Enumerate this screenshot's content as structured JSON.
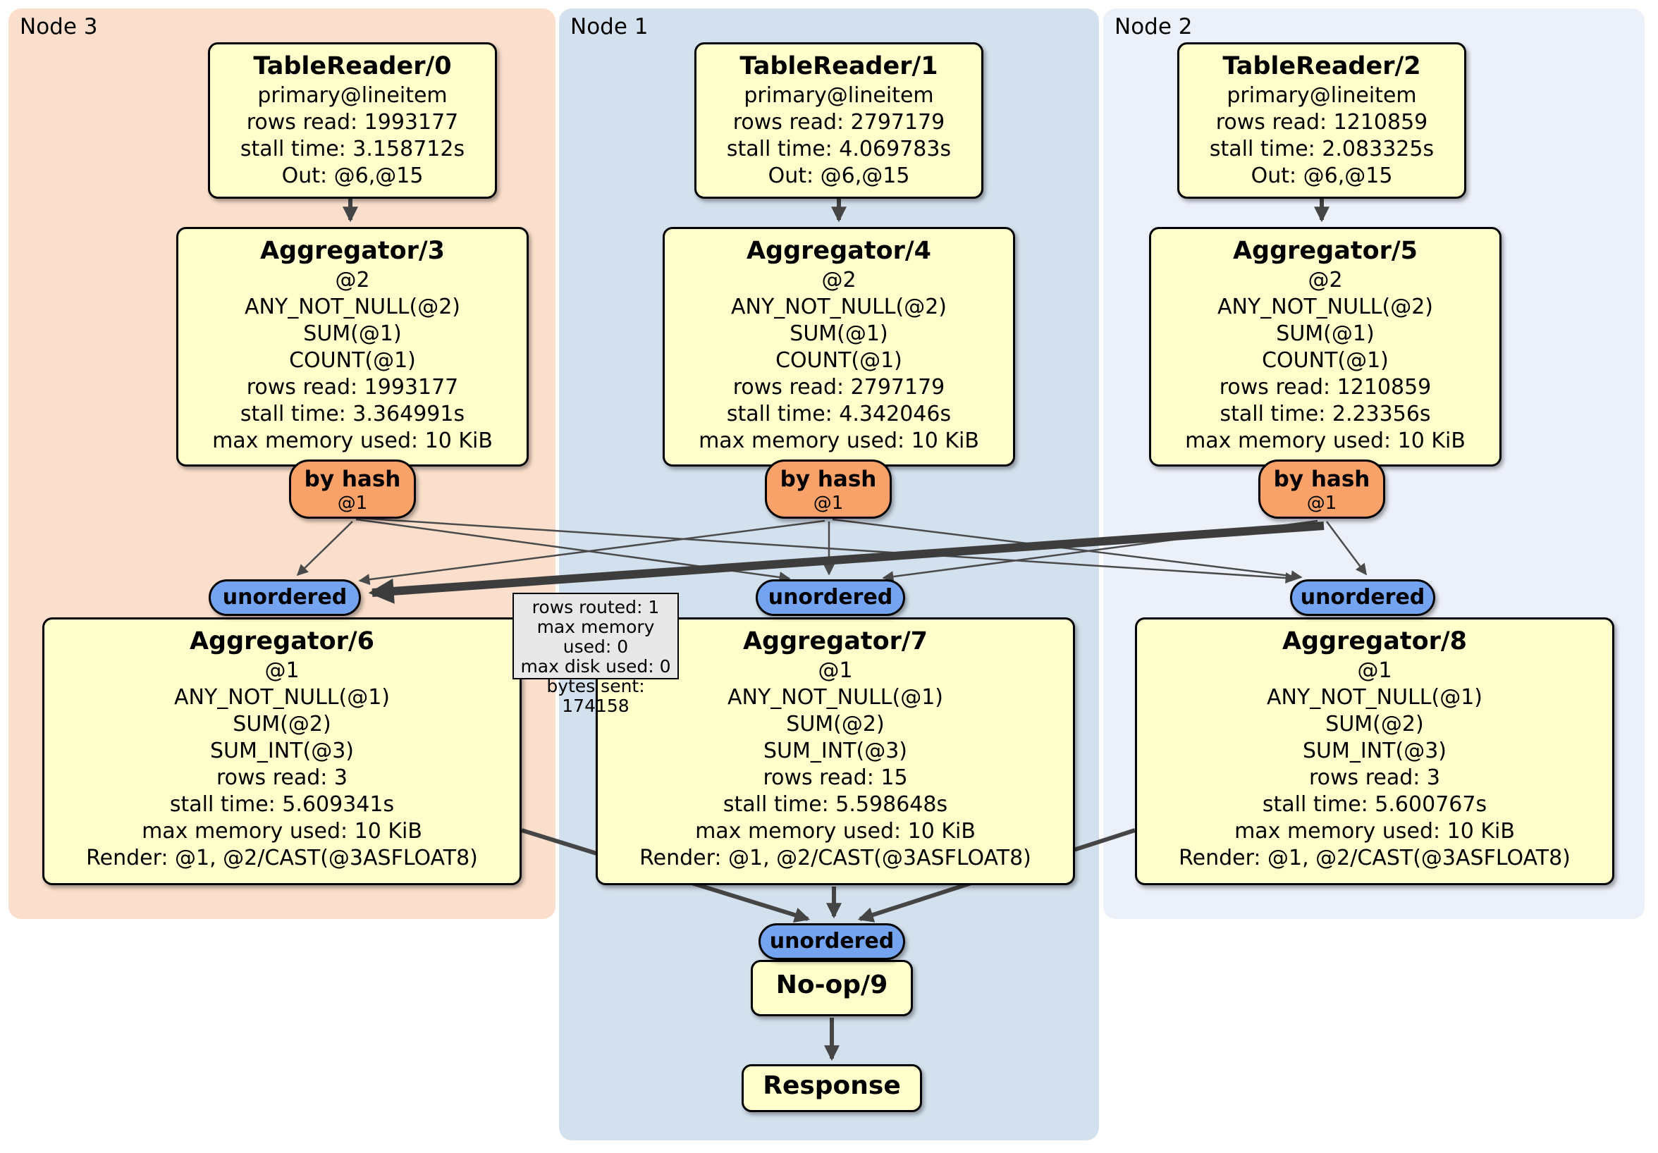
{
  "regions": {
    "node3": {
      "label": "Node 3",
      "bg": "#fbdfcc"
    },
    "node1": {
      "label": "Node 1",
      "bg": "#d3e1ee"
    },
    "node2": {
      "label": "Node 2",
      "bg": "#ecf0f9"
    }
  },
  "colors": {
    "box_fill": "#ffffcc",
    "hash_router_fill": "#f8a168",
    "stream_pill_fill": "#74a4f0",
    "tooltip_fill": "#e8e8e8",
    "edge": "#4a4a4a"
  },
  "boxes": {
    "tr0": {
      "title": "TableReader/0",
      "lines": [
        "primary@lineitem",
        "rows read: 1993177",
        "stall time: 3.158712s",
        "Out: @6,@15"
      ]
    },
    "tr1": {
      "title": "TableReader/1",
      "lines": [
        "primary@lineitem",
        "rows read: 2797179",
        "stall time: 4.069783s",
        "Out: @6,@15"
      ]
    },
    "tr2": {
      "title": "TableReader/2",
      "lines": [
        "primary@lineitem",
        "rows read: 1210859",
        "stall time: 2.083325s",
        "Out: @6,@15"
      ]
    },
    "agg3": {
      "title": "Aggregator/3",
      "lines": [
        "@2",
        "ANY_NOT_NULL(@2)",
        "SUM(@1)",
        "COUNT(@1)",
        "rows read: 1993177",
        "stall time: 3.364991s",
        "max memory used: 10 KiB"
      ]
    },
    "agg4": {
      "title": "Aggregator/4",
      "lines": [
        "@2",
        "ANY_NOT_NULL(@2)",
        "SUM(@1)",
        "COUNT(@1)",
        "rows read: 2797179",
        "stall time: 4.342046s",
        "max memory used: 10 KiB"
      ]
    },
    "agg5": {
      "title": "Aggregator/5",
      "lines": [
        "@2",
        "ANY_NOT_NULL(@2)",
        "SUM(@1)",
        "COUNT(@1)",
        "rows read: 1210859",
        "stall time: 2.23356s",
        "max memory used: 10 KiB"
      ]
    },
    "agg6": {
      "title": "Aggregator/6",
      "lines": [
        "@1",
        "ANY_NOT_NULL(@1)",
        "SUM(@2)",
        "SUM_INT(@3)",
        "rows read: 3",
        "stall time: 5.609341s",
        "max memory used: 10 KiB",
        "Render: @1, @2/CAST(@3ASFLOAT8)"
      ]
    },
    "agg7": {
      "title": "Aggregator/7",
      "lines": [
        "@1",
        "ANY_NOT_NULL(@1)",
        "SUM(@2)",
        "SUM_INT(@3)",
        "rows read: 15",
        "stall time: 5.598648s",
        "max memory used: 10 KiB",
        "Render: @1, @2/CAST(@3ASFLOAT8)"
      ]
    },
    "agg8": {
      "title": "Aggregator/8",
      "lines": [
        "@1",
        "ANY_NOT_NULL(@1)",
        "SUM(@2)",
        "SUM_INT(@3)",
        "rows read: 3",
        "stall time: 5.600767s",
        "max memory used: 10 KiB",
        "Render: @1, @2/CAST(@3ASFLOAT8)"
      ]
    },
    "noop": {
      "title": "No-op/9"
    },
    "response": {
      "title": "Response"
    }
  },
  "pills": {
    "byhash3": {
      "label": "by hash",
      "sub": "@1"
    },
    "byhash1": {
      "label": "by hash",
      "sub": "@1"
    },
    "byhash2": {
      "label": "by hash",
      "sub": "@1"
    },
    "unordered3": {
      "label": "unordered"
    },
    "unordered1": {
      "label": "unordered"
    },
    "unordered2": {
      "label": "unordered"
    },
    "unordered_out": {
      "label": "unordered"
    }
  },
  "tooltip": {
    "lines": [
      "rows routed: 1",
      "max memory used: 0",
      "max disk used: 0",
      "bytes sent: 174158"
    ]
  }
}
